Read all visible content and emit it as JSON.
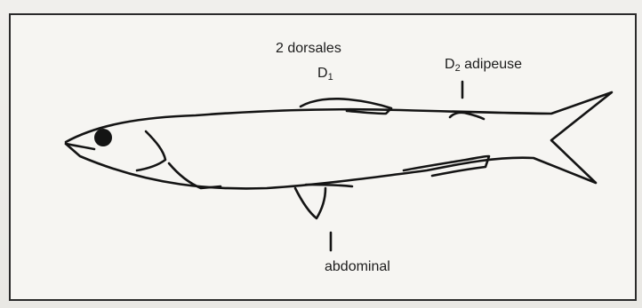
{
  "labels": {
    "dorsales": "2 dorsales",
    "d1_letter": "D",
    "d1_sub": "1",
    "d2_letter": "D",
    "d2_sub": "2",
    "d2_text": " adipeuse",
    "abdominal": "abdominal"
  }
}
